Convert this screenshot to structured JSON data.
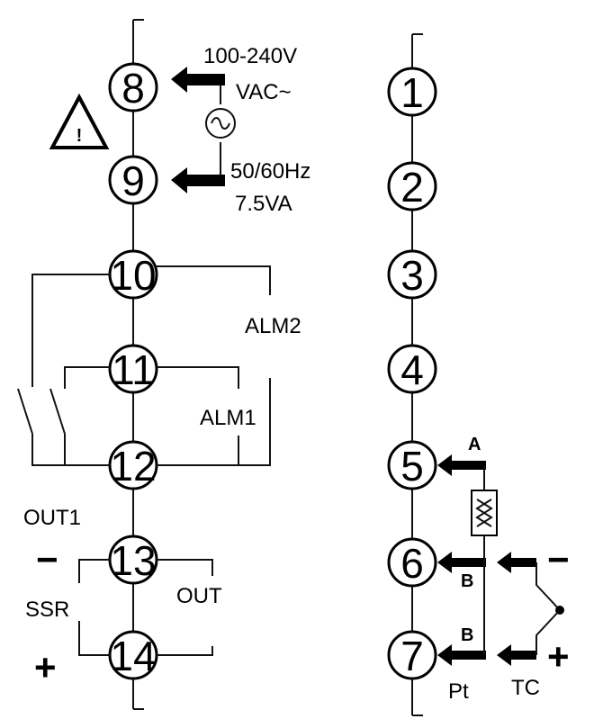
{
  "left_terminals": [
    "8",
    "9",
    "10",
    "11",
    "12",
    "13",
    "14"
  ],
  "right_terminals": [
    "1",
    "2",
    "3",
    "4",
    "5",
    "6",
    "7"
  ],
  "power": {
    "voltage": "100-240V",
    "type": "VAC~",
    "frequency": "50/60Hz",
    "power_rating": "7.5VA",
    "ac_symbol": "~"
  },
  "warning": {
    "icon": "warning-triangle-icon",
    "mark": "!"
  },
  "alarms": {
    "alm2": "ALM2",
    "alm1": "ALM1"
  },
  "output": {
    "out1": "OUT1",
    "ssr": "SSR",
    "out": "OUT",
    "minus": "−",
    "plus": "+"
  },
  "sensor": {
    "a": "A",
    "b1": "B",
    "b2": "B",
    "pt": "Pt",
    "tc": "TC",
    "tc_minus": "−",
    "tc_plus": "+"
  }
}
